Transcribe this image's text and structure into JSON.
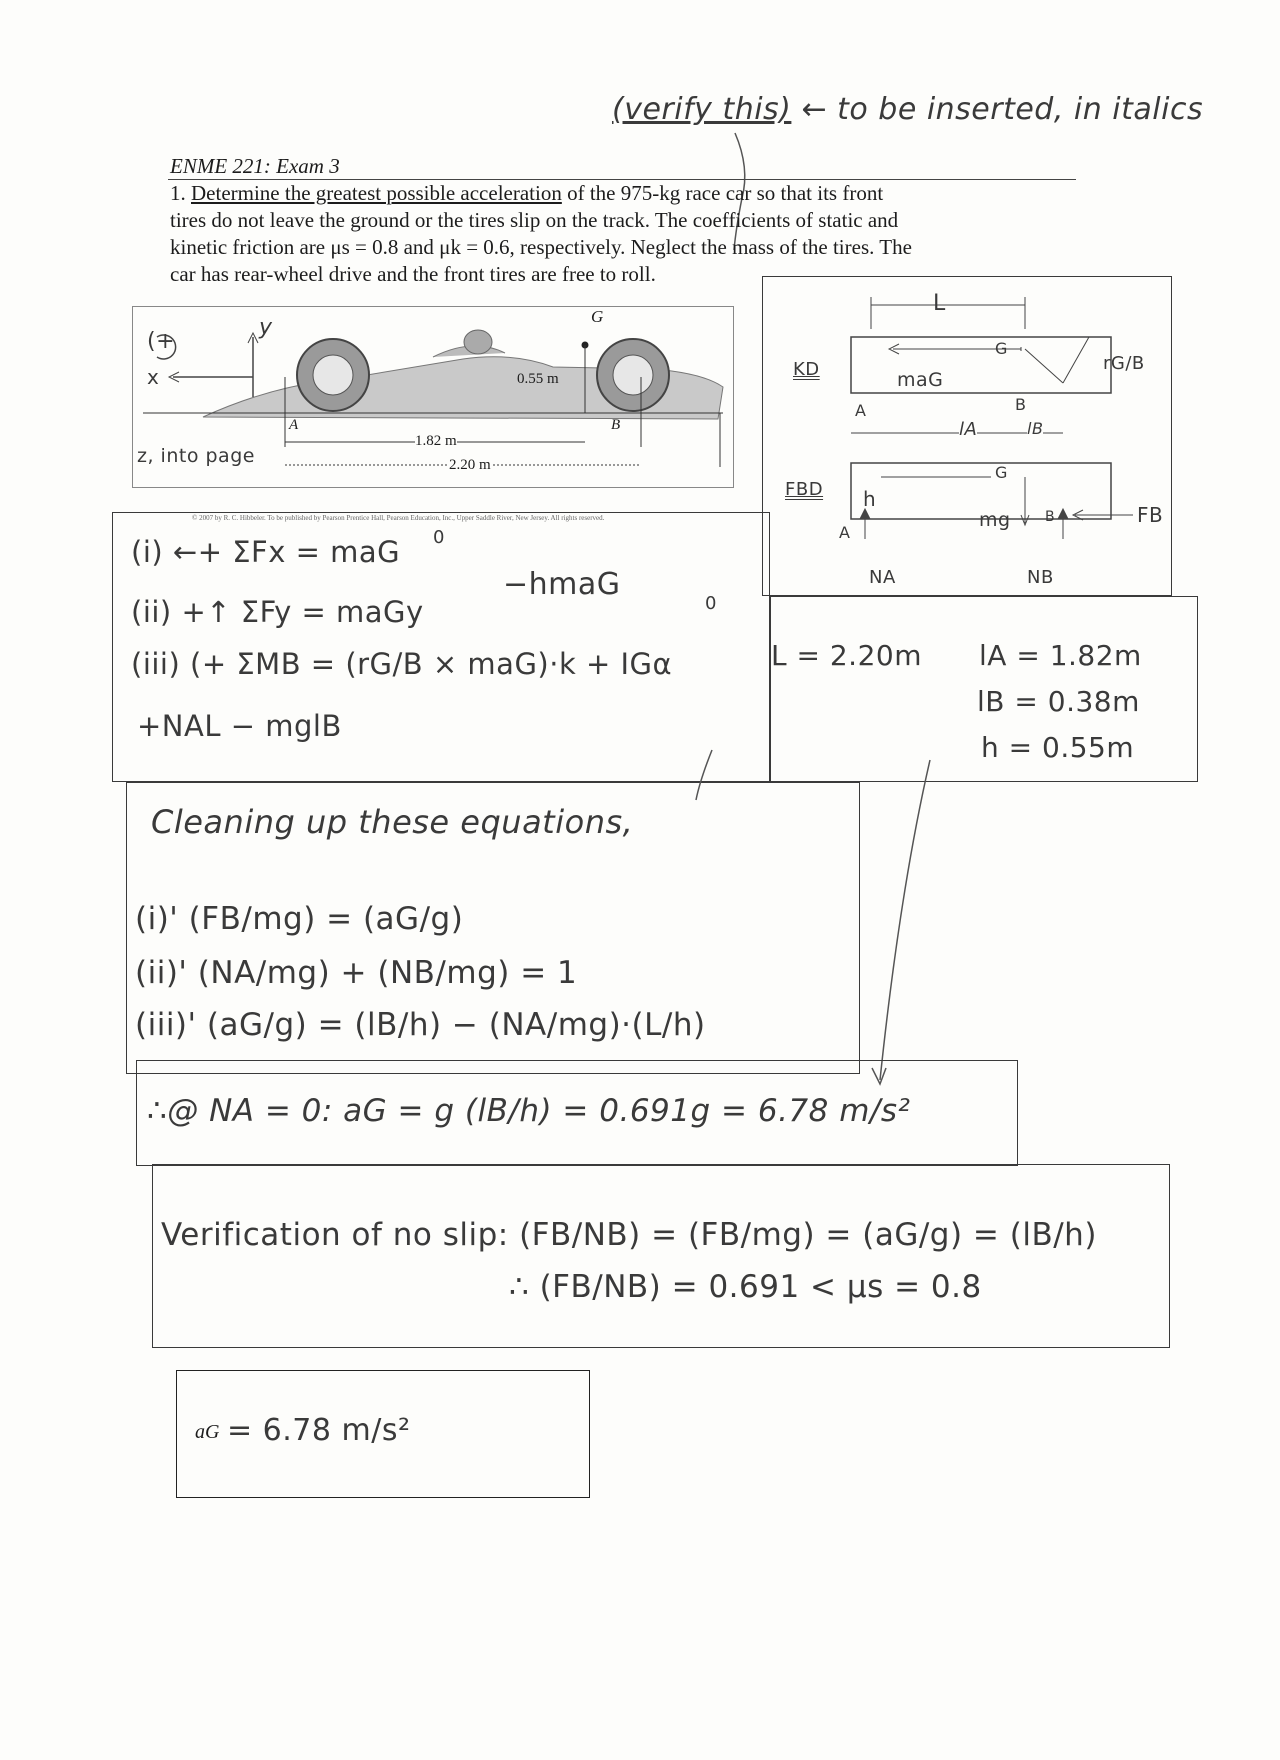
{
  "note": {
    "verify": "(verify this)",
    "arrow": "←",
    "rest": "to be inserted, in italics"
  },
  "header": {
    "title": "ENME 221: Exam 3"
  },
  "problem": {
    "number": "1.",
    "underlined": "Determine the greatest possible acceleration",
    "line1_rest": " of the 975-kg race car so that its front",
    "line2": "tires do not leave the ground or the tires slip on the track. The coefficients of static and",
    "line3": "kinetic friction are μs = 0.8 and μk = 0.6, respectively. Neglect the mass of the tires. The",
    "line4": "car has rear-wheel drive and the front tires are free to roll."
  },
  "figure": {
    "axis_plus": "(+",
    "y_axis": "y",
    "x_axis": "x",
    "z_axis": "z, into page",
    "G": "G",
    "A": "A",
    "B": "B",
    "h_dim": "0.55 m",
    "dim_182": "1.82 m",
    "dim_220": "2.20 m",
    "copyright": "© 2007 by R. C. Hibbeler. To be published by Pearson Prentice Hall, Pearson Education, Inc., Upper Saddle River, New Jersey. All rights reserved."
  },
  "kd": {
    "kd_label": "KD",
    "fbd_label": "FBD",
    "L": "L",
    "G": "G",
    "mac": "maG",
    "rgb": "rG/B",
    "A": "A",
    "B": "B",
    "lA": "lA",
    "lB": "lB",
    "h": "h",
    "mg": "mg",
    "FB": "FB",
    "NA": "NA",
    "NB": "NB"
  },
  "values": {
    "L": "L = 2.20m",
    "lA": "lA = 1.82m",
    "lB": "lB = 0.38m",
    "h": "h = 0.55m"
  },
  "equations": {
    "eq1": "(i) ←+ ΣFx = maG",
    "eq2": "(ii) +↑ ΣFy = maGy",
    "eq3": "(iii) (+ ΣMB = (rG/B × maG)·k + IGα",
    "eq4": "+NAL − mglB",
    "zero1": "0",
    "zero2": "0",
    "hmag": "−hmaG"
  },
  "cleanup": {
    "title": "Cleaning up these equations,",
    "eq1": "(i)' (FB/mg) = (aG/g)",
    "eq2": "(ii)' (NA/mg) + (NB/mg) = 1",
    "eq3": "(iii)' (aG/g) = (lB/h) − (NA/mg)·(L/h)"
  },
  "result": {
    "text": "∴@ NA = 0:  aG = g (lB/h)  =  0.691g = 6.78 m/s²"
  },
  "verification": {
    "line1": "Verification of no slip: (FB/NB) = (FB/mg) = (aG/g) = (lB/h)",
    "line2": "∴ (FB/NB) = 0.691 < μs = 0.8"
  },
  "answer": {
    "label": "aG",
    "value": "= 6.78 m/s²"
  }
}
